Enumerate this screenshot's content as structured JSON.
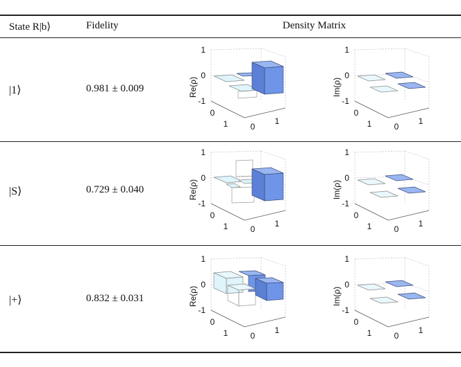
{
  "header": {
    "state": "State R|b⟩",
    "fidelity": "Fidelity",
    "density": "Density Matrix"
  },
  "axis_labels": {
    "re": "Re(ρ)",
    "im": "Im(ρ)"
  },
  "ticks": {
    "z": [
      "1",
      "0",
      "-1"
    ],
    "row": [
      "0",
      "1"
    ],
    "col": [
      "0",
      "1"
    ]
  },
  "rows": [
    {
      "state": "|1⟩",
      "fidelity": "0.981 ± 0.009"
    },
    {
      "state": "|S⟩",
      "fidelity": "0.729 ± 0.040"
    },
    {
      "state": "|+⟩",
      "fidelity": "0.832 ± 0.031"
    }
  ],
  "colors": {
    "positive_bar": "#6f95e8",
    "near_zero_bar": "#dff4fb"
  }
}
